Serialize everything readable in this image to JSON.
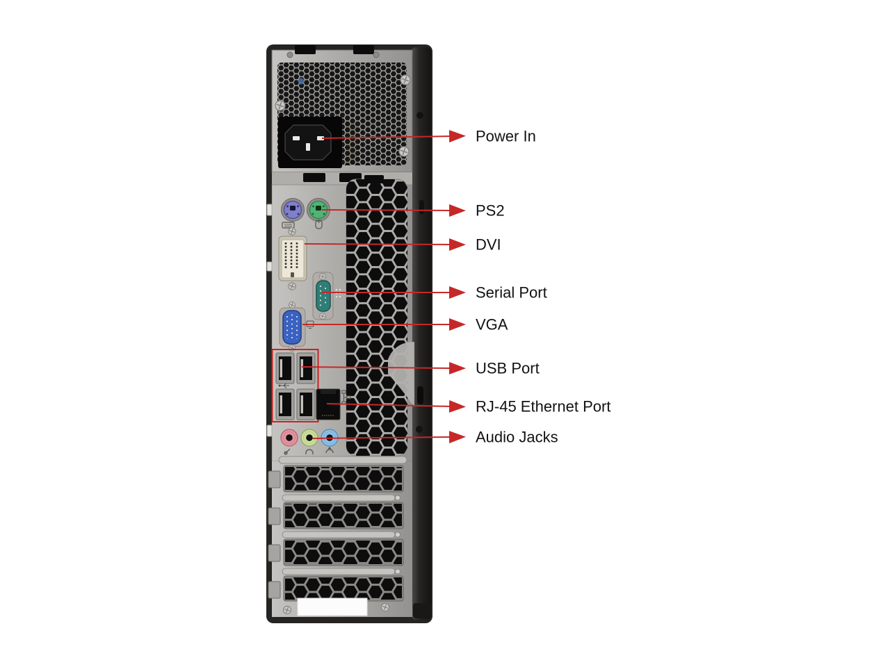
{
  "scene": {
    "description": "Rear panel of a small form factor desktop PC tower with red callout arrows labeling each port",
    "background_color": "#ffffff"
  },
  "style": {
    "arrow_color": "#c62828",
    "usb_highlight_box_color": "#cc2222",
    "label_text_color": "#121212",
    "case_frame_color": "#262422",
    "panel_metal_color": "#aeaca9",
    "port_colors": {
      "ps2_keyboard": "#8080c8",
      "ps2_mouse": "#52b474",
      "dvi_body": "#ede7d7",
      "serial_port": "#2e7f78",
      "vga": "#3a62c2",
      "audio_mic_jack": "#e494a0",
      "audio_line_out_jack": "#cddf9e",
      "audio_line_in_jack": "#8cc2e8",
      "rj45": "#0c0c0c"
    }
  },
  "annotations": [
    {
      "id": "power-in",
      "label": "Power In"
    },
    {
      "id": "ps2",
      "label": "PS2"
    },
    {
      "id": "dvi",
      "label": "DVI"
    },
    {
      "id": "serial-port",
      "label": "Serial Port"
    },
    {
      "id": "vga",
      "label": "VGA"
    },
    {
      "id": "usb-port",
      "label": "USB Port"
    },
    {
      "id": "rj45-ethernet-port",
      "label": "RJ-45 Ethernet Port"
    },
    {
      "id": "audio-jacks",
      "label": "Audio Jacks"
    }
  ],
  "icons": {
    "keyboard-icon": "keyboard-outline",
    "mouse-icon": "mouse-outline",
    "usb-icon": "usb-trident",
    "ethernet-icon": "network-nodes",
    "mic-icon": "microphone",
    "headphone-icon": "headphones",
    "line-in-icon": "audio-line",
    "monitor-icon": "display-square",
    "serial-port-icon": "pin-dots",
    "screw-icon": "phillips-screw",
    "arrow-head-icon": "red-right-triangle"
  }
}
